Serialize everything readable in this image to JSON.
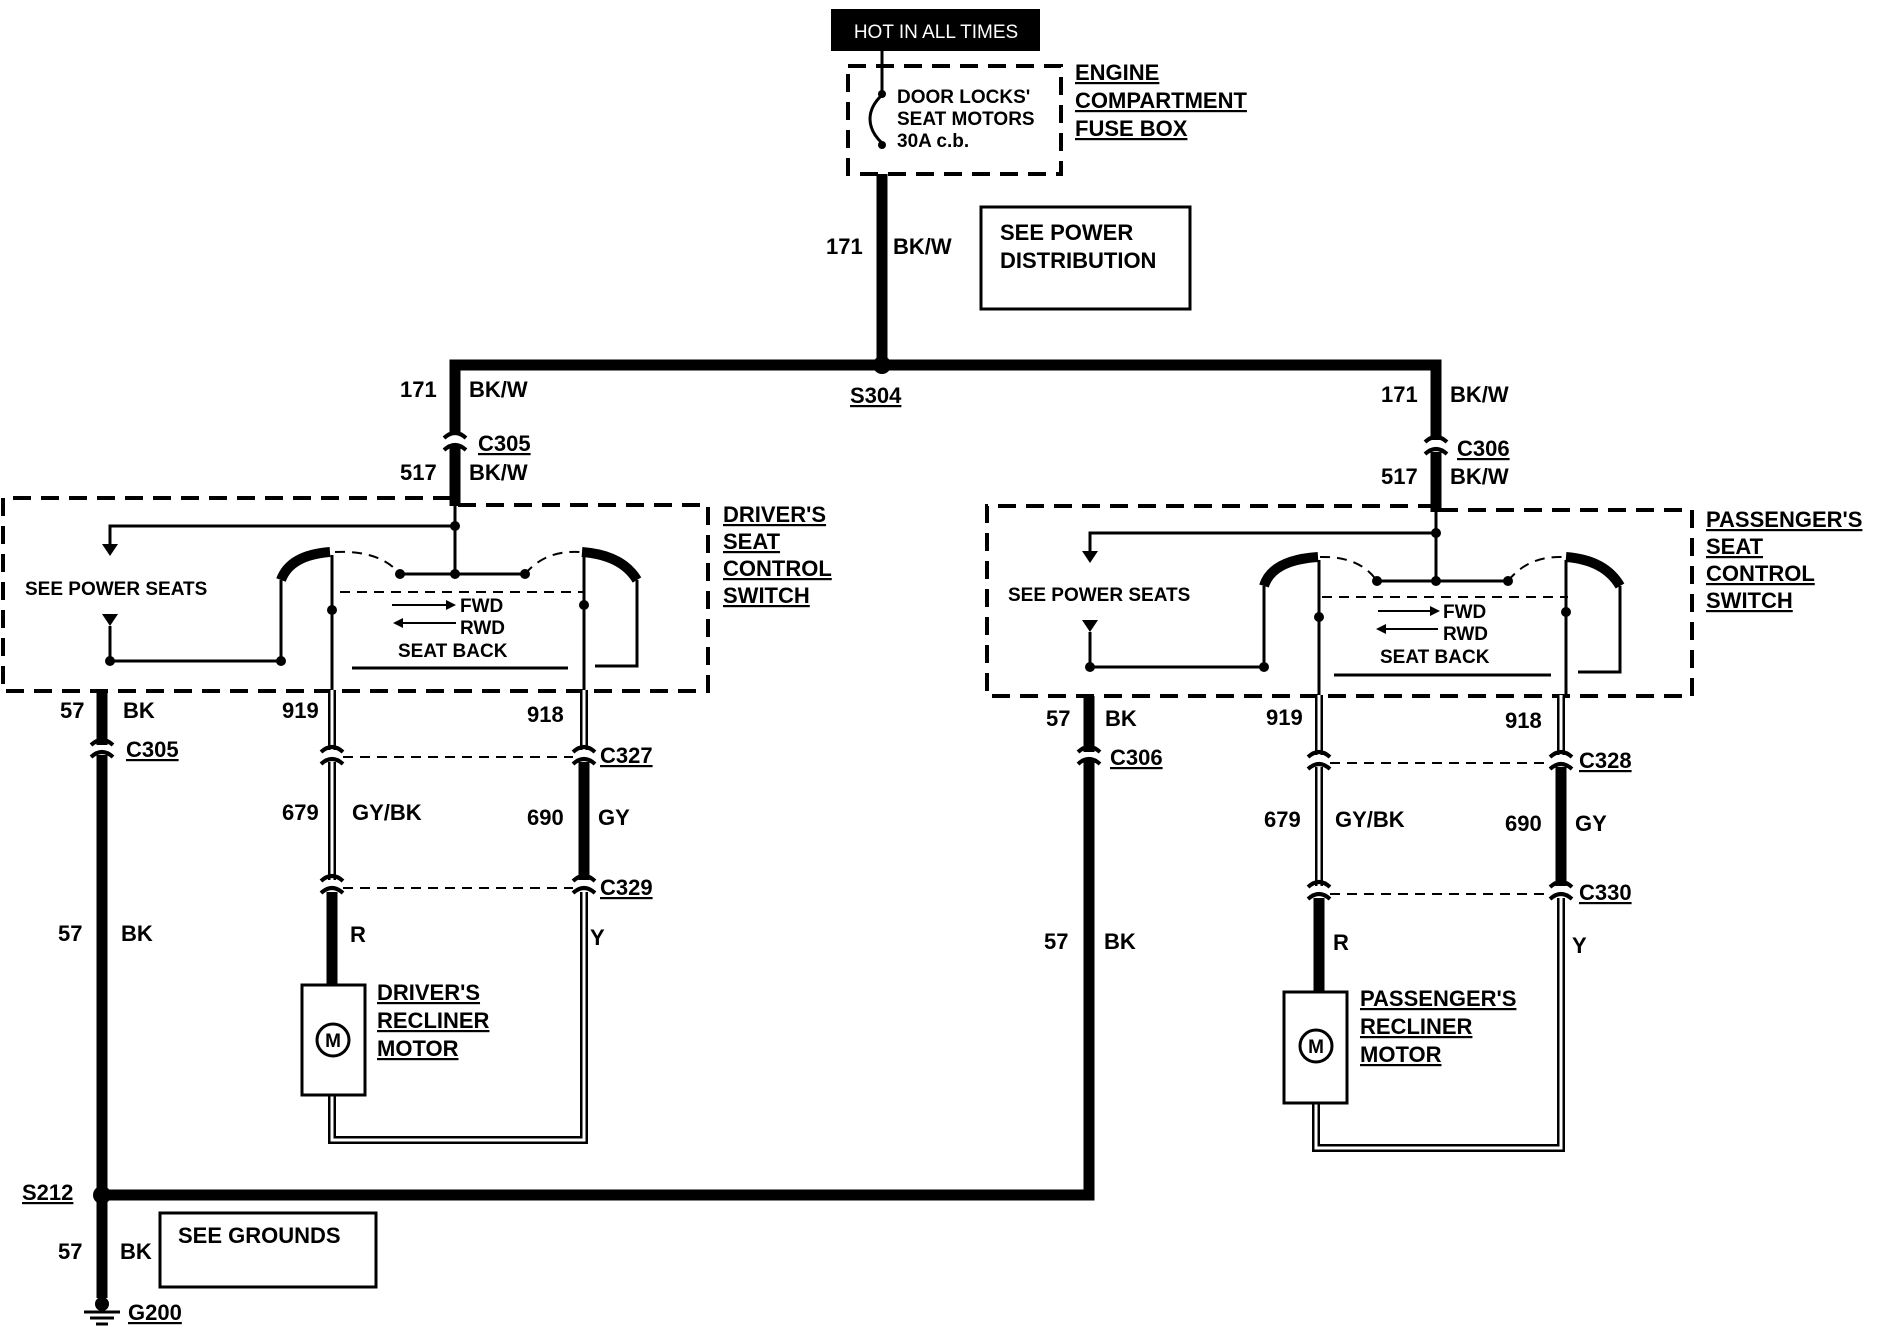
{
  "header": {
    "hot_label": "HOT IN ALL TIMES"
  },
  "fuse": {
    "line1": "DOOR LOCKS'",
    "line2": "SEAT MOTORS",
    "line3": "30A c.b.",
    "box_line1": "ENGINE",
    "box_line2": "COMPARTMENT",
    "box_line3": "FUSE BOX"
  },
  "refs": {
    "power_dist_1": "SEE POWER",
    "power_dist_2": "DISTRIBUTION",
    "grounds": "SEE GROUNDS",
    "power_seats": "SEE POWER SEATS"
  },
  "wires": {
    "c171": "171",
    "c517": "517",
    "bkw": "BK/W",
    "c57": "57",
    "bk": "BK",
    "c919": "919",
    "c918": "918",
    "c679": "679",
    "gybk": "GY/BK",
    "c690": "690",
    "gy": "GY",
    "r": "R",
    "y": "Y"
  },
  "splices": {
    "s304": "S304",
    "s212": "S212",
    "g200": "G200"
  },
  "connectors": {
    "c305": "C305",
    "c306": "C306",
    "c327": "C327",
    "c328": "C328",
    "c329": "C329",
    "c330": "C330"
  },
  "switch": {
    "fwd": "FWD",
    "rwd": "RWD",
    "seat_back": "SEAT BACK",
    "motor_symbol": "M"
  },
  "driver": {
    "switch_l1": "DRIVER'S",
    "switch_l2": "SEAT",
    "switch_l3": "CONTROL",
    "switch_l4": "SWITCH",
    "motor_l1": "DRIVER'S",
    "motor_l2": "RECLINER",
    "motor_l3": "MOTOR"
  },
  "passenger": {
    "switch_l1": "PASSENGER'S",
    "switch_l2": "SEAT",
    "switch_l3": "CONTROL",
    "switch_l4": "SWITCH",
    "motor_l1": "PASSENGER'S",
    "motor_l2": "RECLINER",
    "motor_l3": "MOTOR"
  }
}
